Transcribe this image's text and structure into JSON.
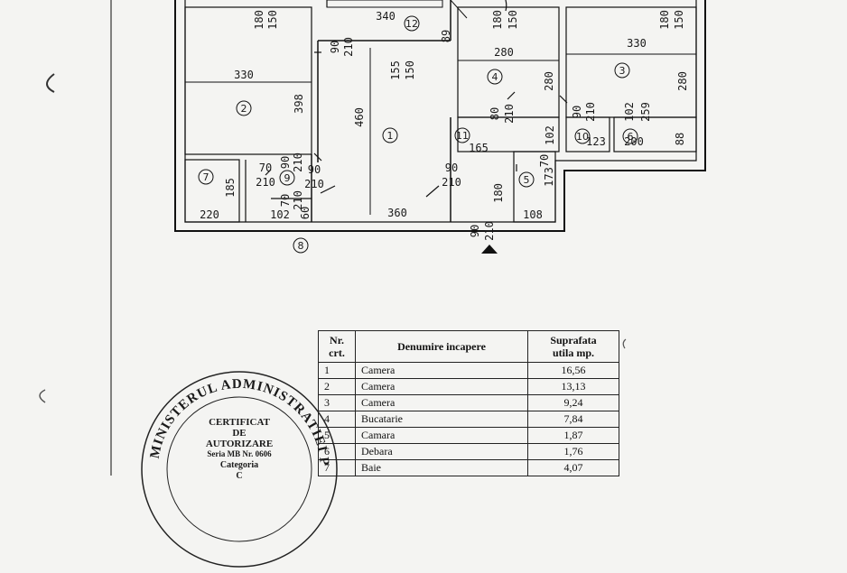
{
  "floor_plan": {
    "room_numbers": [
      "1",
      "2",
      "3",
      "4",
      "5",
      "6",
      "7",
      "8",
      "9",
      "10",
      "11",
      "12"
    ],
    "dimensions": {
      "d330a": "330",
      "d340": "340",
      "d180a": "180",
      "d150a": "150",
      "d180b": "180",
      "d150b": "150",
      "d180c": "180",
      "d150c": "150",
      "d90_210a": "90",
      "d210a": "210",
      "d155": "155",
      "d150d": "150",
      "d280a": "280",
      "d330b": "330",
      "d280b": "280",
      "d280c": "280",
      "d398": "398",
      "d460": "460",
      "d80": "80",
      "d210b": "210",
      "d90b": "90",
      "d210c": "210",
      "d102a": "102",
      "d259": "259",
      "d165": "165",
      "d102b": "102",
      "d123": "123",
      "d200": "200",
      "d88": "88",
      "d90c": "90",
      "d210d": "210",
      "d70a": "70",
      "d210e": "210",
      "d90d": "90",
      "d210f": "210",
      "d70b": "70",
      "d210g": "210",
      "d185": "185",
      "d90e": "90",
      "d210h": "210",
      "d173": "173",
      "d180d": "180",
      "d220": "220",
      "d102c": "102",
      "d60": "60",
      "d70c": "70",
      "d360": "360",
      "d90f": "90",
      "d210i": "210",
      "d108": "108",
      "d89": "89"
    }
  },
  "table": {
    "headers": [
      "Nr.\ncrt.",
      "Denumire incapere",
      "Suprafata\nutila  mp."
    ],
    "header_nr_line1": "Nr.",
    "header_nr_line2": "crt.",
    "header_name": "Denumire incapere",
    "header_area_line1": "Suprafata",
    "header_area_line2": "utila  mp.",
    "rows": [
      {
        "nr": "1",
        "name": "Camera",
        "area": "16,56"
      },
      {
        "nr": "2",
        "name": "Camera",
        "area": "13,13"
      },
      {
        "nr": "3",
        "name": "Camera",
        "area": "9,24"
      },
      {
        "nr": "4",
        "name": "Bucatarie",
        "area": "7,84"
      },
      {
        "nr": "5",
        "name": "Camara",
        "area": "1,87"
      },
      {
        "nr": "6",
        "name": "Debara",
        "area": "1,76"
      },
      {
        "nr": "7",
        "name": "Baie",
        "area": "4,07"
      }
    ]
  },
  "stamp": {
    "ring_text": "MINISTERUL ADMINISTRATIEI PUBLICE",
    "line1": "CERTIFICAT",
    "line2": "DE",
    "line3": "AUTORIZARE",
    "line4": "Seria MB Nr. 0606",
    "line5": "Categoria",
    "line6": "C"
  }
}
